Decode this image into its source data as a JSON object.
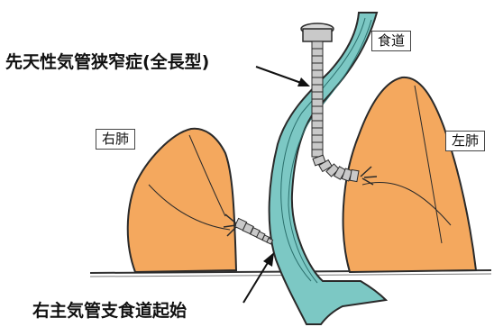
{
  "labels": {
    "condition": "先天性気管狭窄症(全長型)",
    "esophagus": "食道",
    "right_lung": "右肺",
    "left_lung": "左肺",
    "origin": "右主気管支食道起始"
  },
  "colors": {
    "lung_fill": "#f4a85e",
    "esophagus_fill": "#7cc8c4",
    "trachea_fill": "#c9c9c9",
    "outline": "#2a2a2a",
    "label_border": "#444444"
  }
}
